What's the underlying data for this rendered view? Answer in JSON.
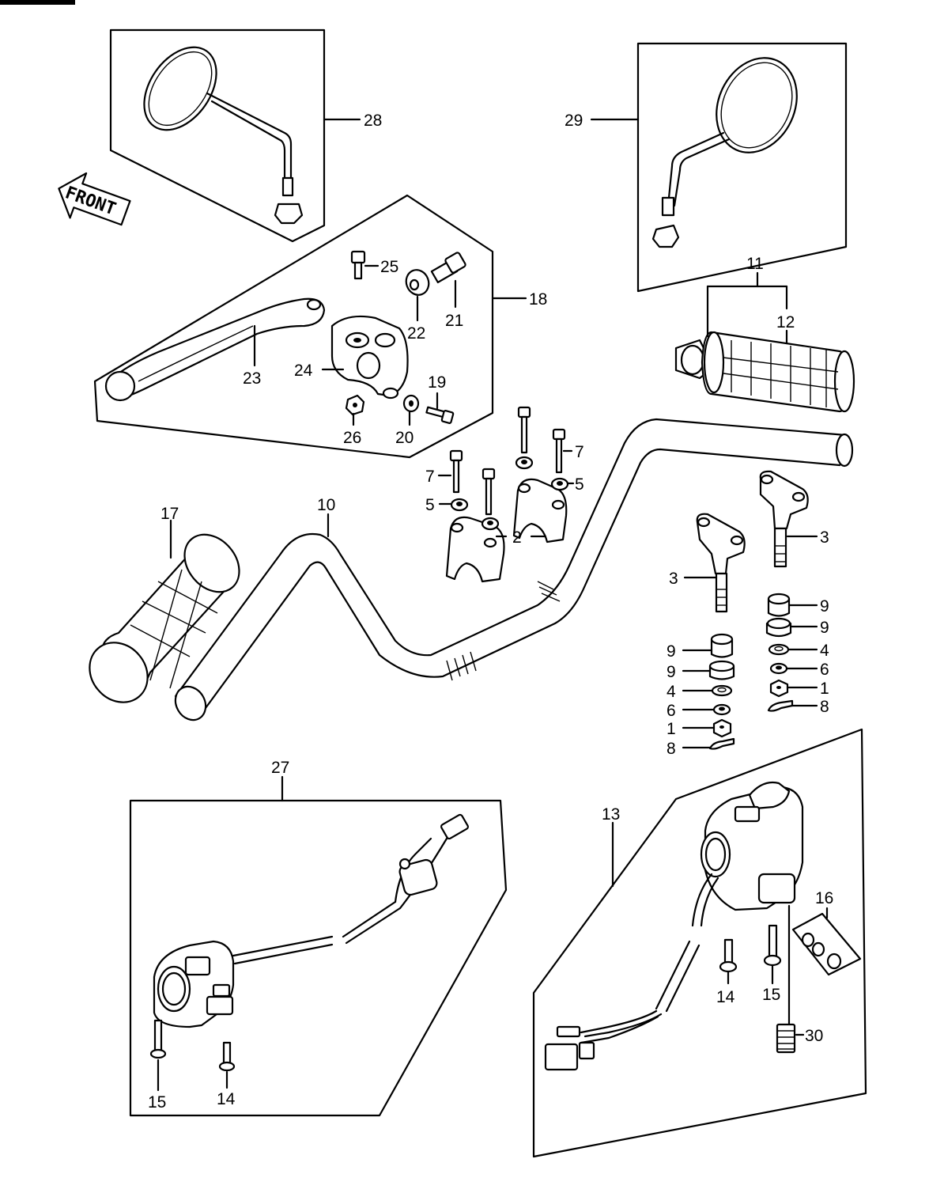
{
  "labels": {
    "front": "FRONT",
    "p1a": "1",
    "p1b": "1",
    "p2": "2",
    "p3a": "3",
    "p3b": "3",
    "p4a": "4",
    "p4b": "4",
    "p5a": "5",
    "p5b": "5",
    "p6a": "6",
    "p6b": "6",
    "p7a": "7",
    "p7b": "7",
    "p8a": "8",
    "p8b": "8",
    "p9a": "9",
    "p9b": "9",
    "p9c": "9",
    "p9d": "9",
    "p10": "10",
    "p11": "11",
    "p12": "12",
    "p13": "13",
    "p14a": "14",
    "p14b": "14",
    "p15a": "15",
    "p15b": "15",
    "p16": "16",
    "p17": "17",
    "p18": "18",
    "p19": "19",
    "p20": "20",
    "p21": "21",
    "p22": "22",
    "p23": "23",
    "p24": "24",
    "p25": "25",
    "p26": "26",
    "p27": "27",
    "p28": "28",
    "p29": "29",
    "p30": "30"
  },
  "icons": {
    "front_arrow": "left-arrow-icon",
    "mirror": "mirror-icon"
  }
}
